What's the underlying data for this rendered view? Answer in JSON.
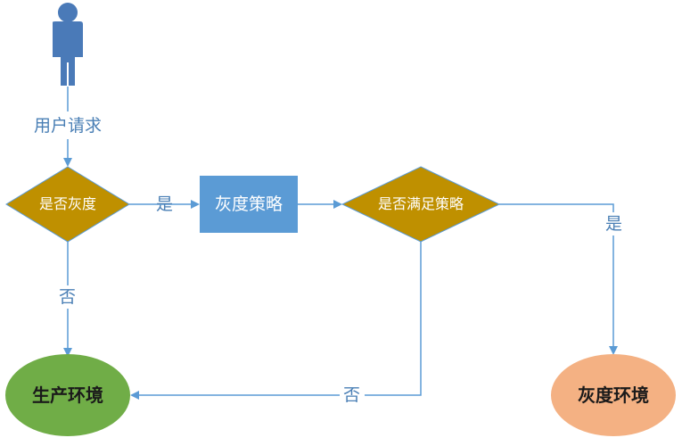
{
  "diagram": {
    "colors": {
      "connector": "#5b9bd5",
      "decision_fill": "#bf9000",
      "process_fill": "#5b9bd5",
      "production_fill": "#70ad47",
      "gray_fill": "#f4b183",
      "person_fill": "#4a7ab8"
    },
    "user": {
      "icon": "person-icon"
    },
    "edge_labels": {
      "user_request": "用户请求",
      "yes_1": "是",
      "yes_2": "是",
      "no_1": "否",
      "no_2": "否"
    },
    "nodes": {
      "decision_gray": "是否灰度",
      "process_strategy": "灰度策略",
      "decision_meets": "是否满足策略",
      "env_production": "生产环境",
      "env_gray": "灰度环境"
    }
  }
}
